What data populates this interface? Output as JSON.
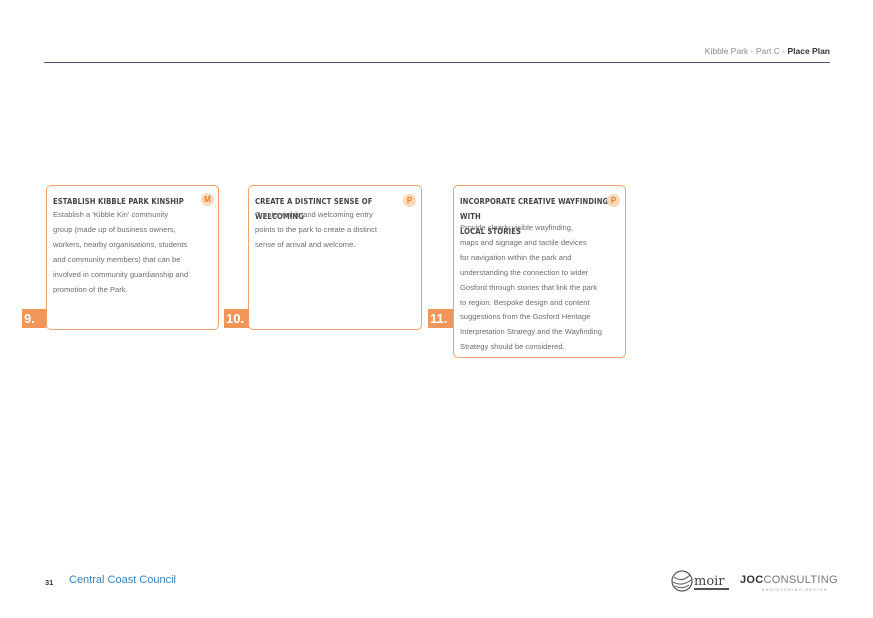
{
  "header": {
    "prefix": "Kibble Park - Part C - ",
    "title": "Place Plan"
  },
  "cards": [
    {
      "number": "9.",
      "badge": "M",
      "title": "ESTABLISH KIBBLE PARK KINSHIP",
      "lines": [
        "Establish a 'Kibble Kin' community",
        "group (made up of business owners,",
        "workers, nearby organisations, students",
        "and community members) that can be",
        "involved in community guardianship and",
        "promotion of the Park."
      ]
    },
    {
      "number": "10.",
      "badge": "P",
      "title": "CREATE A DISTINCT SENSE OF WELCOMING",
      "lines": [
        "Create visible and welcoming entry",
        "points to the park to create a distinct",
        "sense of arrival and welcome."
      ]
    },
    {
      "number": "11.",
      "badge": "P",
      "title_lines": [
        "INCORPORATE CREATIVE WAYFINDING WITH",
        "LOCAL STORIES"
      ],
      "lines": [
        "Provide clearly visible wayfinding,",
        "maps and signage and tactile devices",
        "for navigation within the park and",
        "understanding the connection to wider",
        "Gosford through stories that link the park",
        "to region. Bespoke design and content",
        "suggestions from the Gosford Heritage",
        "Interpretation Strategy and the Wayfinding",
        "Strategy should be considered."
      ]
    }
  ],
  "footer": {
    "page_number": "31",
    "council": "Central Coast Council",
    "logo_moir": "moir",
    "logo_joc_bold": "JOC",
    "logo_joc_light": "CONSULTING",
    "logo_joc_sub": "ENGINEERING DESIGN"
  },
  "colors": {
    "accent": "#f0965a",
    "card_border": "#f0a46a",
    "badge_bg": "#fcd9b9",
    "rule": "#4b5a6b",
    "council_blue": "#3a7fb8"
  }
}
